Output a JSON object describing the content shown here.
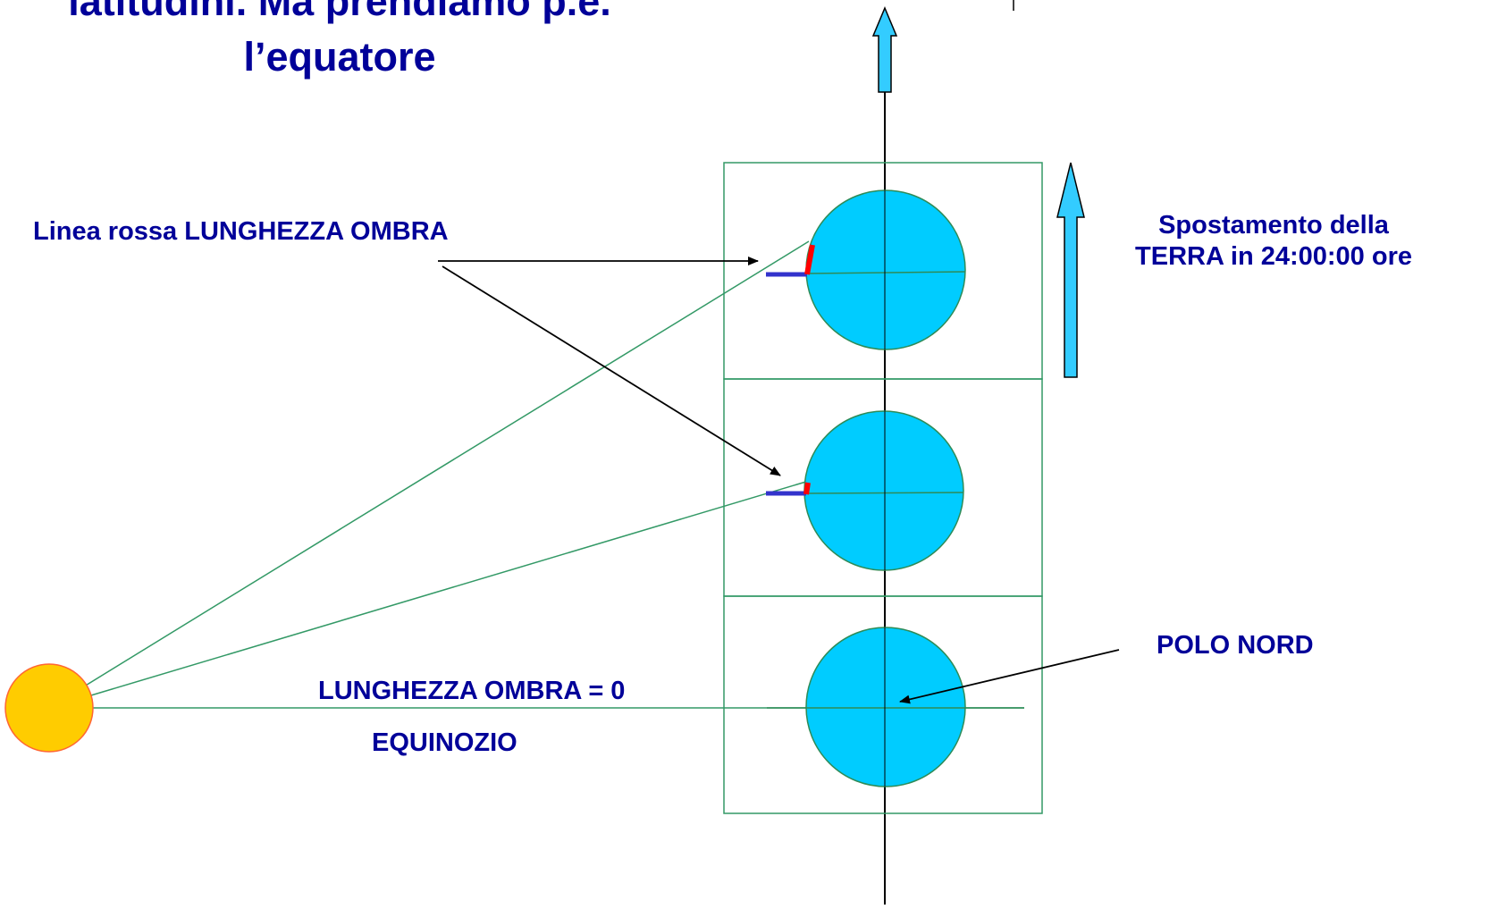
{
  "title": {
    "line1": "latitudini. Ma prendiamo p.e.",
    "line2": "l’equatore"
  },
  "labels": {
    "shadow_line": "Linea rossa LUNGHEZZA OMBRA",
    "earth_move": "Spostamento della TERRA  in 24:00:00 ore",
    "north_pole": "POLO NORD",
    "shadow_zero": "LUNGHEZZA OMBRA = 0",
    "equinox": "EQUINOZIO"
  },
  "colors": {
    "earth_fill": "#00ccff",
    "earth_stroke": "#2e8b57",
    "sun_fill": "#ffcc00",
    "sun_stroke": "#ff6633",
    "sun_ray": "#339966",
    "frame": "#339966",
    "axis": "#000000",
    "shadow": "#ff0000",
    "gnomon": "#3333cc",
    "motion_arrow": "#33ccff",
    "text": "#000099"
  }
}
